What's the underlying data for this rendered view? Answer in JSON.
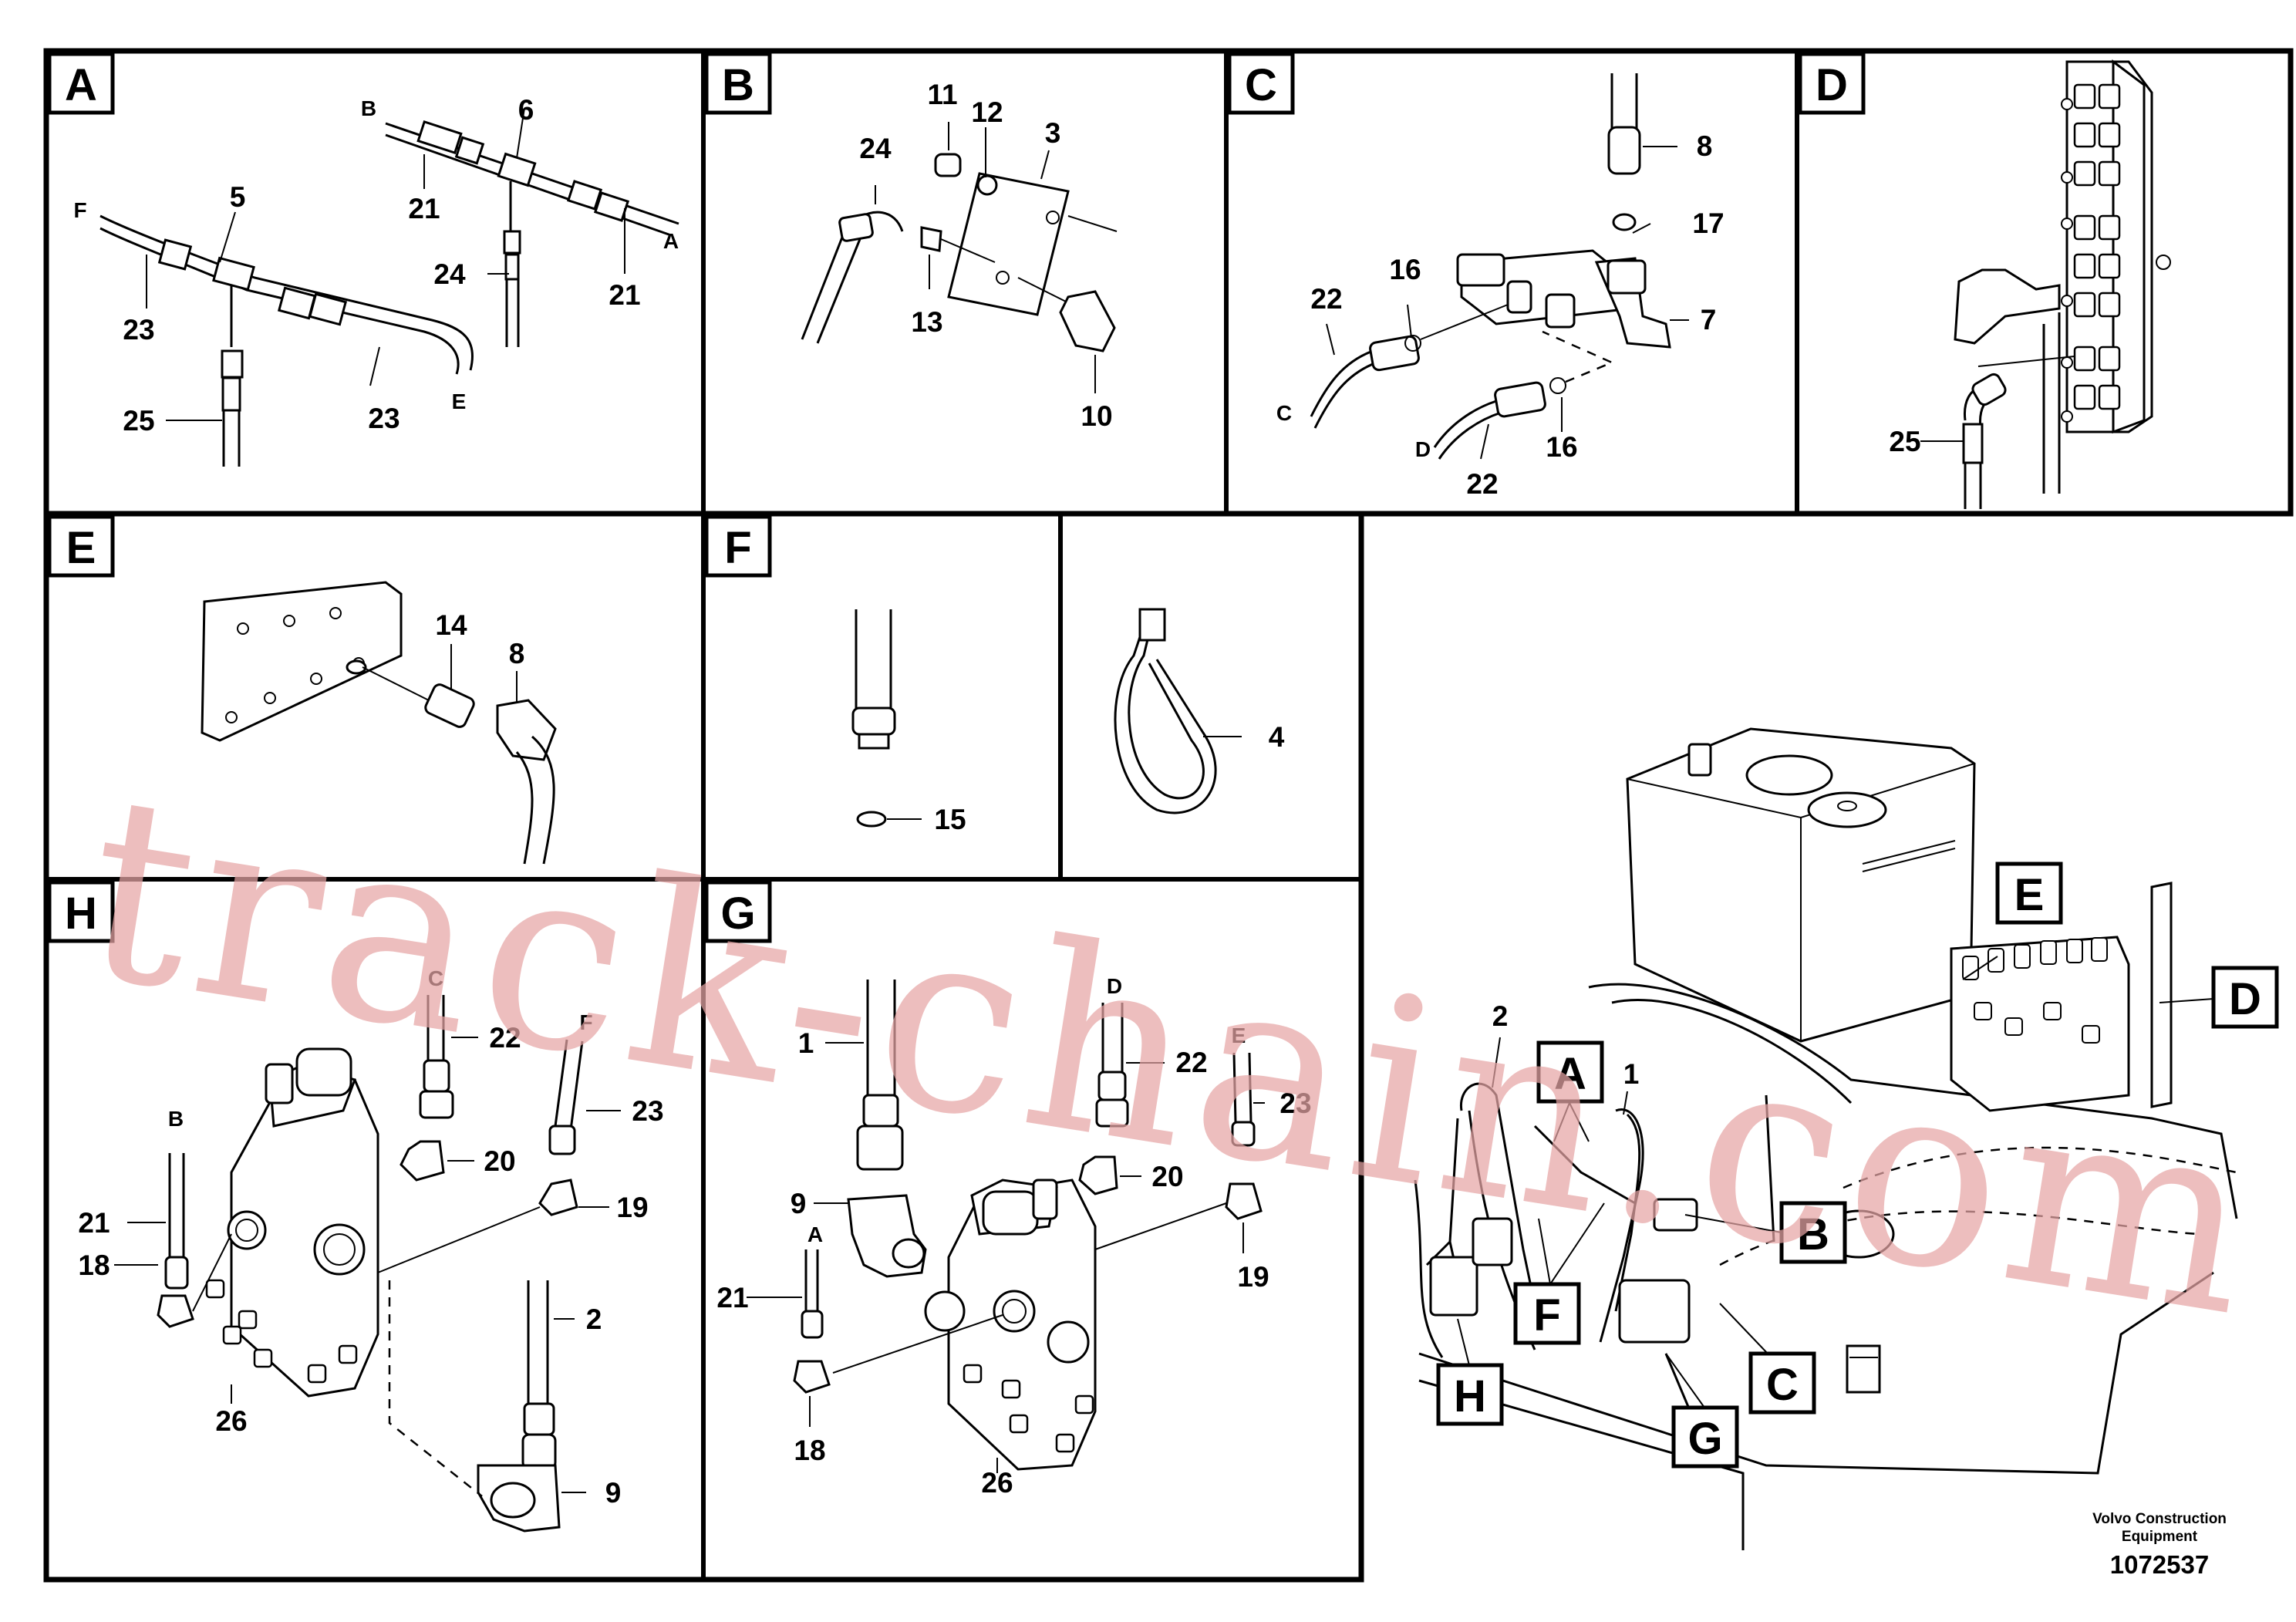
{
  "panels": [
    {
      "id": "A",
      "callouts": [
        "6",
        "5",
        "21",
        "21",
        "24",
        "23",
        "25",
        "23"
      ],
      "ends": [
        "B",
        "F",
        "A",
        "E"
      ]
    },
    {
      "id": "B",
      "callouts": [
        "11",
        "12",
        "3",
        "24",
        "13",
        "10"
      ]
    },
    {
      "id": "C",
      "callouts": [
        "8",
        "17",
        "16",
        "22",
        "7",
        "16",
        "22"
      ],
      "ends": [
        "C",
        "D"
      ]
    },
    {
      "id": "D",
      "callouts": [
        "25"
      ]
    },
    {
      "id": "E",
      "callouts": [
        "14",
        "8"
      ]
    },
    {
      "id": "F",
      "callouts": [
        "15",
        "4"
      ]
    },
    {
      "id": "H",
      "callouts": [
        "22",
        "23",
        "20",
        "19",
        "21",
        "18",
        "2",
        "26",
        "9"
      ],
      "ends": [
        "C",
        "F",
        "B"
      ]
    },
    {
      "id": "G",
      "callouts": [
        "1",
        "22",
        "23",
        "20",
        "9",
        "19",
        "21",
        "18",
        "26"
      ],
      "ends": [
        "D",
        "E",
        "A"
      ]
    }
  ],
  "overview": {
    "callouts": [
      "2",
      "1"
    ],
    "section_boxes": [
      "E",
      "D",
      "A",
      "B",
      "F",
      "C",
      "H",
      "G"
    ]
  },
  "watermark": "track-chain.com",
  "footer": {
    "company_line1": "Volvo Construction",
    "company_line2": "Equipment",
    "drawing_number": "1072537"
  }
}
